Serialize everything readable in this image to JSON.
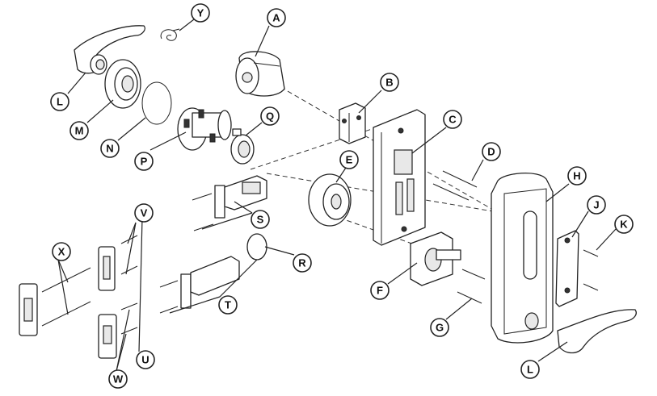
{
  "diagram": {
    "callouts": [
      {
        "id": "A",
        "label": "A"
      },
      {
        "id": "B",
        "label": "B"
      },
      {
        "id": "C",
        "label": "C"
      },
      {
        "id": "D",
        "label": "D"
      },
      {
        "id": "E",
        "label": "E"
      },
      {
        "id": "F",
        "label": "F"
      },
      {
        "id": "G",
        "label": "G"
      },
      {
        "id": "H",
        "label": "H"
      },
      {
        "id": "J",
        "label": "J"
      },
      {
        "id": "K",
        "label": "K"
      },
      {
        "id": "L1",
        "label": "L"
      },
      {
        "id": "L2",
        "label": "L"
      },
      {
        "id": "M",
        "label": "M"
      },
      {
        "id": "N",
        "label": "N"
      },
      {
        "id": "P",
        "label": "P"
      },
      {
        "id": "Q",
        "label": "Q"
      },
      {
        "id": "R",
        "label": "R"
      },
      {
        "id": "S",
        "label": "S"
      },
      {
        "id": "T",
        "label": "T"
      },
      {
        "id": "U",
        "label": "U"
      },
      {
        "id": "V",
        "label": "V"
      },
      {
        "id": "W",
        "label": "W"
      },
      {
        "id": "X",
        "label": "X"
      },
      {
        "id": "Y",
        "label": "Y"
      }
    ]
  }
}
